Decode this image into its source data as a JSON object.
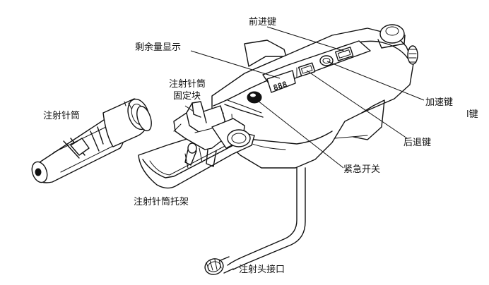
{
  "labels": {
    "forward_key": "前进键",
    "remaining_display": "剩余量显示",
    "syringe_holder_block": "注射针筒",
    "syringe_holder_block_2": "固定块",
    "syringe": "注射针筒",
    "accelerate_key": "加速键",
    "edge_fragment": "l键",
    "backward_key": "后退键",
    "emergency_switch": "紧急开关",
    "syringe_tray": "注射针筒托架",
    "injector_head_port": "注射头接口"
  },
  "display_digits": "888"
}
